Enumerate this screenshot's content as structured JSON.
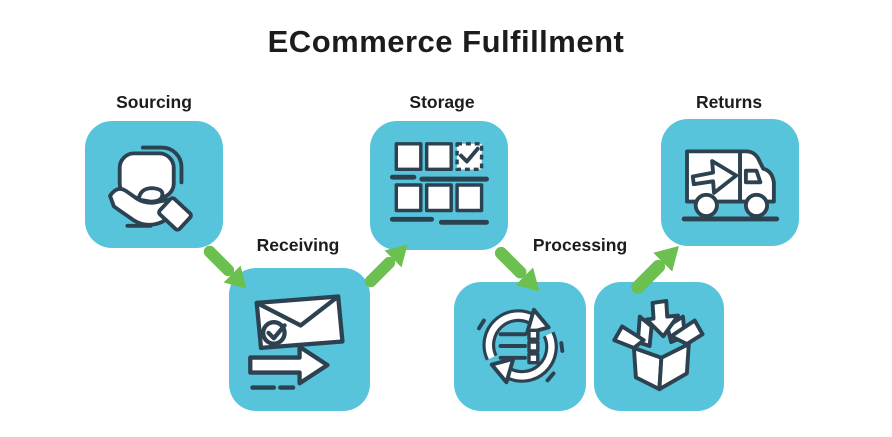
{
  "title": "ECommerce Fulfillment",
  "colors": {
    "background": "#ffffff",
    "box": "#57c4dc",
    "green": "#6cc04f",
    "ink": "#2c4251",
    "text": "#1c1c1e"
  },
  "stages": [
    {
      "label": "Sourcing",
      "icon": "hand-holding-package-icon"
    },
    {
      "label": "Receiving",
      "icon": "envelope-checkmark-arrow-icon"
    },
    {
      "label": "Storage",
      "icon": "warehouse-shelf-boxes-icon"
    },
    {
      "label": "Processing",
      "icon": "sync-arrows-order-list-icon"
    },
    {
      "label": "",
      "icon": "open-box-arrow-in-icon"
    },
    {
      "label": "Returns",
      "icon": "delivery-truck-arrow-icon"
    }
  ],
  "arrows": [
    {
      "from": "Sourcing",
      "to": "Receiving",
      "direction": "down-right"
    },
    {
      "from": "Receiving",
      "to": "Storage",
      "direction": "up-right"
    },
    {
      "from": "Storage",
      "to": "Processing",
      "direction": "down-right"
    },
    {
      "from": "open-box",
      "to": "Returns",
      "direction": "up-right"
    }
  ]
}
